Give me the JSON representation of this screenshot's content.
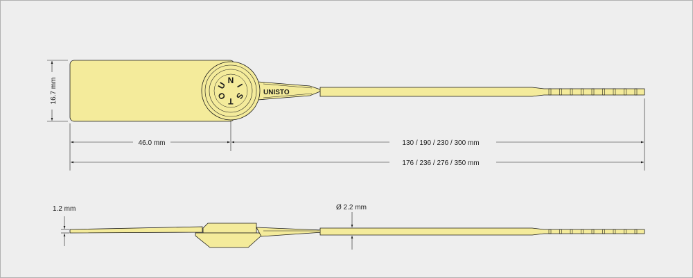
{
  "colors": {
    "background": "#eeeeee",
    "seal_fill": "#f4eb9b",
    "seal_stroke": "#1a1a1a",
    "dimension_line": "#1a1a1a",
    "text": "#1a1a1a"
  },
  "seal": {
    "logo_text": "UNISTO",
    "rosette_text": "UNISTO"
  },
  "dimensions": {
    "height_label": "16.7 mm",
    "flag_length_label": "46.0 mm",
    "strap_length_label": "130 / 190 / 230 / 300 mm",
    "overall_length_label": "176 / 236 / 276 / 350 mm",
    "thickness_label": "1.2 mm",
    "diameter_label": "Ø 2.2 mm"
  }
}
